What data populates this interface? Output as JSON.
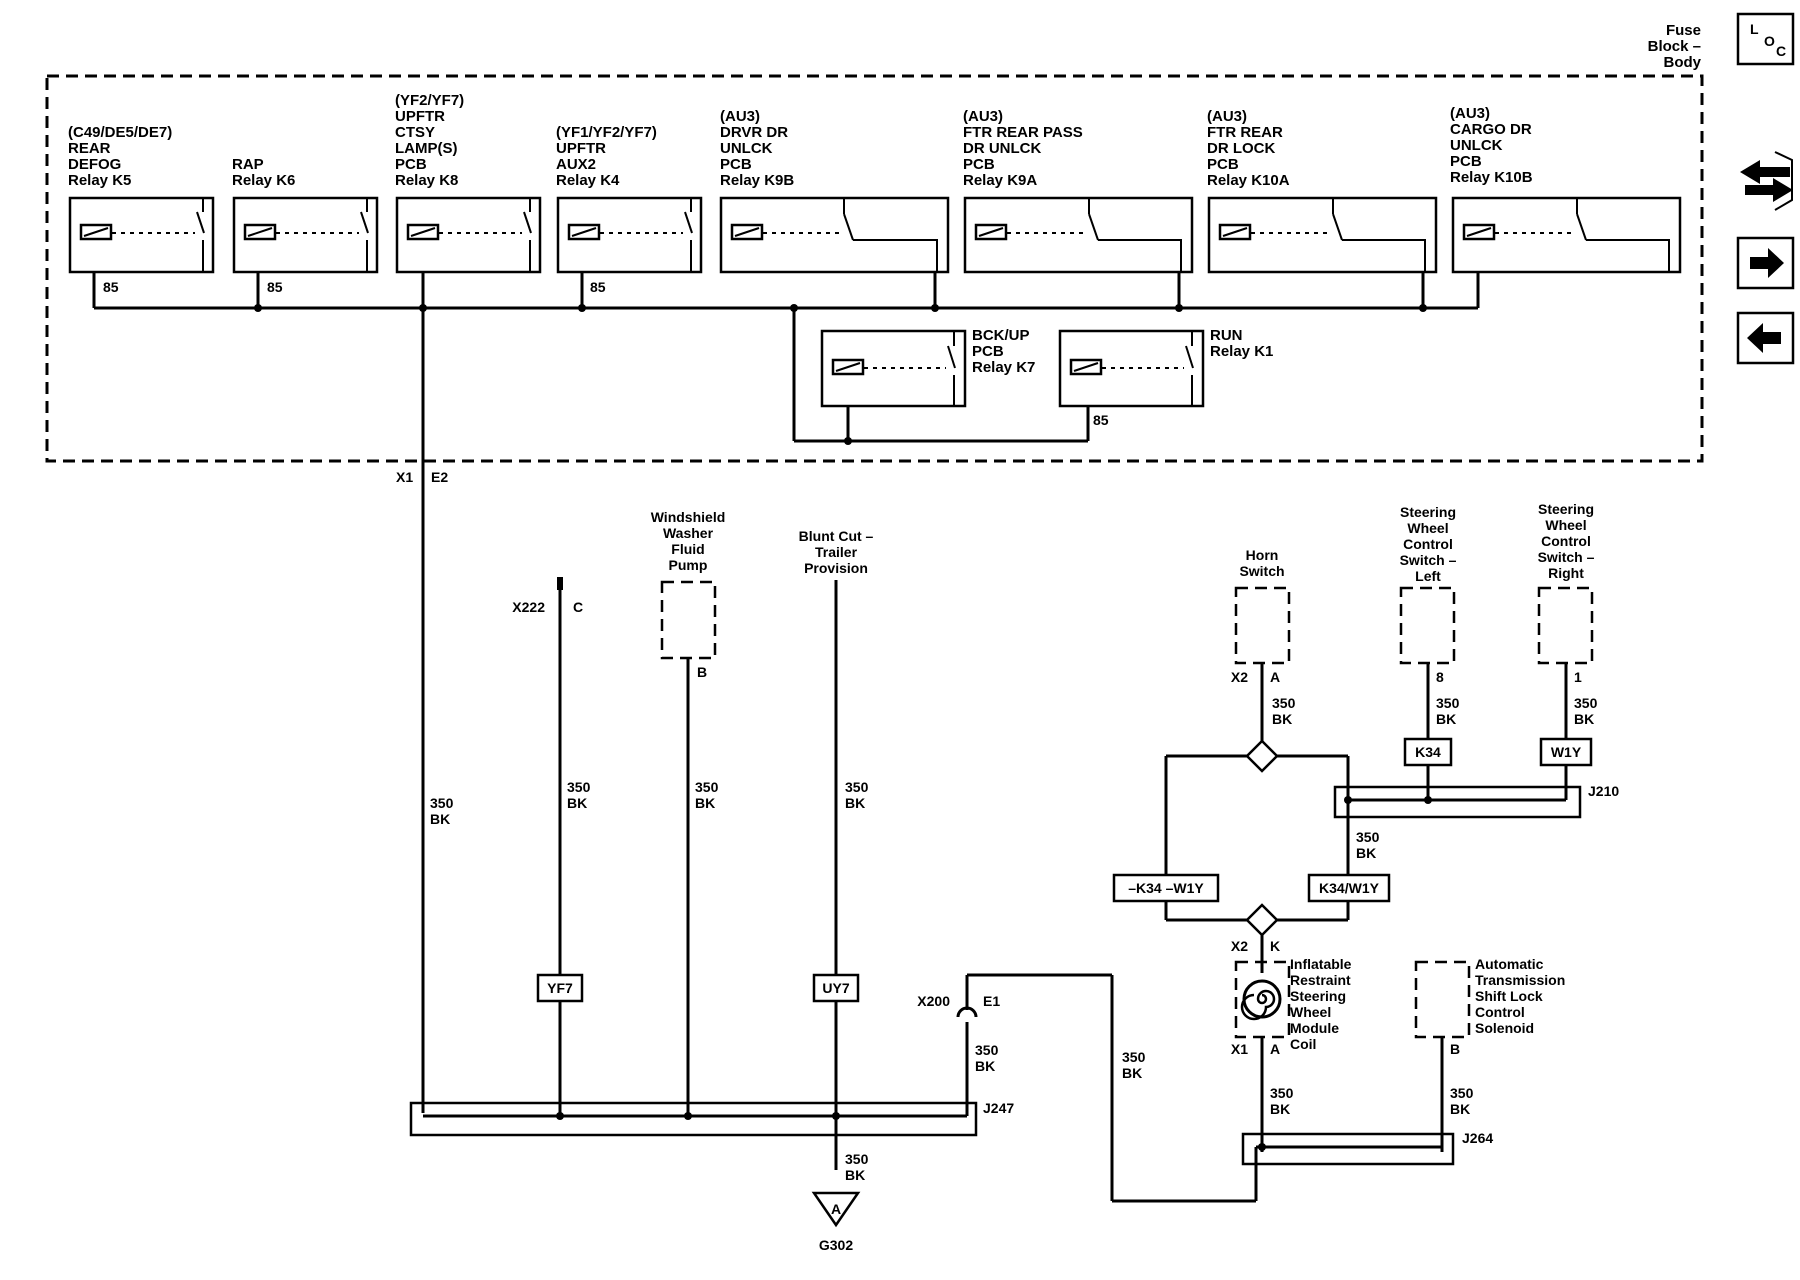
{
  "nav": {
    "loc_label": [
      "L",
      "O",
      "C"
    ]
  },
  "fuse_block": {
    "label": [
      "Fuse",
      "Block –",
      "Body"
    ]
  },
  "relays": [
    {
      "lines": [
        "(C49/DE5/DE7)",
        "REAR",
        "DEFOG",
        "Relay K5"
      ],
      "pin": "85"
    },
    {
      "lines": [
        "RAP",
        "Relay K6"
      ],
      "pin": "85"
    },
    {
      "lines": [
        "(YF2/YF7)",
        "UPFTR",
        "CTSY",
        "LAMP(S)",
        "PCB",
        "Relay K8"
      ],
      "pin": ""
    },
    {
      "lines": [
        "(YF1/YF2/YF7)",
        "UPFTR",
        "AUX2",
        "Relay K4"
      ],
      "pin": "85"
    },
    {
      "lines": [
        "(AU3)",
        "DRVR DR",
        "UNLCK",
        "PCB",
        "Relay K9B"
      ],
      "pin": ""
    },
    {
      "lines": [
        "(AU3)",
        "FTR REAR PASS",
        "DR UNLCK",
        "PCB",
        "Relay K9A"
      ],
      "pin": ""
    },
    {
      "lines": [
        "(AU3)",
        "FTR REAR",
        "DR LOCK",
        "PCB",
        "Relay K10A"
      ],
      "pin": ""
    },
    {
      "lines": [
        "(AU3)",
        "CARGO DR",
        "UNLCK",
        "PCB",
        "Relay K10B"
      ],
      "pin": ""
    },
    {
      "lines": [
        "BCK/UP",
        "PCB",
        "Relay K7"
      ],
      "pin": ""
    },
    {
      "lines": [
        "RUN",
        "Relay K1"
      ],
      "pin": "85"
    }
  ],
  "connectors": {
    "x1": "X1",
    "e2": "E2",
    "x222": "X222",
    "c": "C",
    "washer_pin": "B",
    "horn_x2": "X2",
    "horn_a": "A",
    "swc_left_pin": "8",
    "swc_right_pin": "1",
    "coil_x2": "X2",
    "coil_k": "K",
    "coil_x1": "X1",
    "coil_a": "A",
    "x200": "X200",
    "e1": "E1",
    "shift_pin": "B"
  },
  "components": {
    "washer": [
      "Windshield",
      "Washer",
      "Fluid",
      "Pump"
    ],
    "blunt_cut": [
      "Blunt Cut –",
      "Trailer",
      "Provision"
    ],
    "horn": [
      "Horn",
      "Switch"
    ],
    "swc_left": [
      "Steering",
      "Wheel",
      "Control",
      "Switch –",
      "Left"
    ],
    "swc_right": [
      "Steering",
      "Wheel",
      "Control",
      "Switch –",
      "Right"
    ],
    "coil": [
      "Inflatable",
      "Restraint",
      "Steering",
      "Wheel",
      "Module",
      "Coil"
    ],
    "shift_lock": [
      "Automatic",
      "Transmission",
      "Shift Lock",
      "Control",
      "Solenoid"
    ]
  },
  "wire": {
    "gauge": "350",
    "color": "BK"
  },
  "options": {
    "yf7": "YF7",
    "uy7": "UY7",
    "k34": "K34",
    "w1y": "W1Y",
    "not_k34_w1y": "–K34 –W1Y",
    "k34_w1y": "K34/W1Y"
  },
  "splices": {
    "j247": "J247",
    "j210": "J210",
    "j264": "J264"
  },
  "ground": {
    "letter": "A",
    "name": "G302"
  }
}
